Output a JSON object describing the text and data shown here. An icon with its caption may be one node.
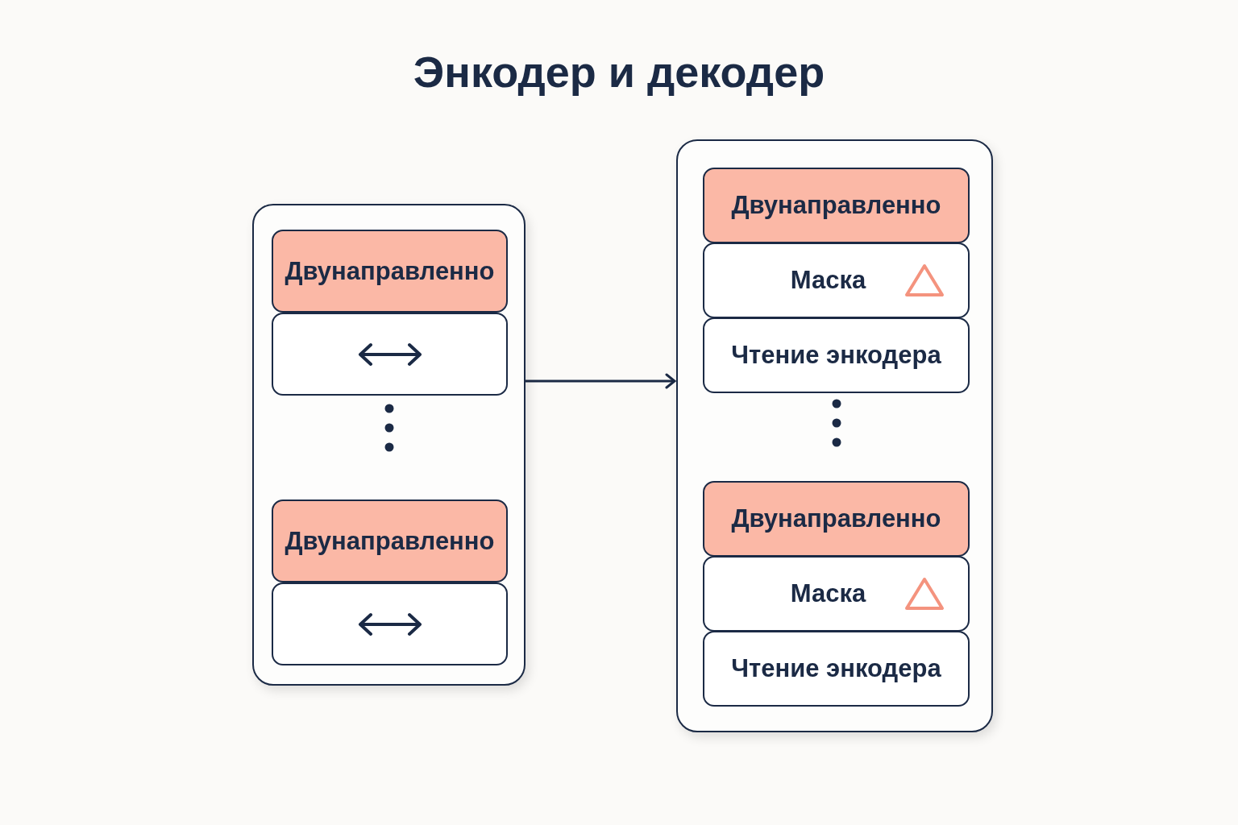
{
  "diagram": {
    "title": "Энкодер и декодер",
    "nodes": [
      {
        "text": [],
        "shape": "box"
      },
      {
        "text": [
          "Двунаправленно"
        ],
        "in": 0
      },
      {
        "text": [],
        "shape": "box",
        "in": 0
      },
      {
        "text": [
          "Двунаправленно"
        ],
        "in": 0
      },
      {
        "text": [],
        "shape": "box",
        "in": 0
      },
      {
        "text": [],
        "shape": "box"
      },
      {
        "text": [
          "Двунаправленно"
        ],
        "in": 5
      },
      {
        "text": [
          "Маска"
        ],
        "in": 5
      },
      {
        "text": [
          "Чтение энкодера"
        ],
        "in": 5
      },
      {
        "text": [
          "Двунаправленно"
        ],
        "in": 5
      },
      {
        "text": [
          "Маска"
        ],
        "in": 5
      },
      {
        "text": [
          "Чтение энкодера"
        ],
        "in": 5
      }
    ],
    "edges": [
      {
        "from": 0,
        "to": 5,
        "arrow": "to"
      }
    ]
  }
}
